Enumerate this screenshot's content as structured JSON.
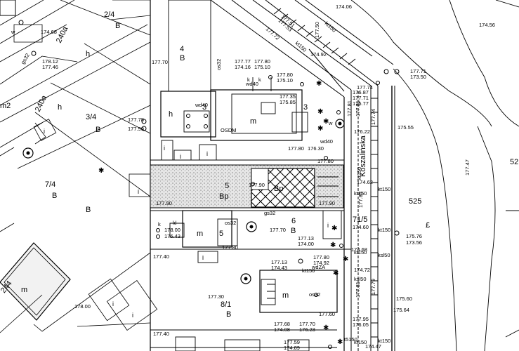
{
  "map": {
    "street_name": "Koszalińska",
    "parcel_labels": [
      {
        "id": "p-2-4",
        "text": "2/4"
      },
      {
        "id": "p-240a-top",
        "text": "240a"
      },
      {
        "id": "p-240a-mid",
        "text": "240a"
      },
      {
        "id": "p-3-4",
        "text": "3/4"
      },
      {
        "id": "p-4",
        "text": "4"
      },
      {
        "id": "p-7-4",
        "text": "7/4"
      },
      {
        "id": "p-5",
        "text": "5"
      },
      {
        "id": "p-6",
        "text": "6"
      },
      {
        "id": "p-71-5",
        "text": "71/5"
      },
      {
        "id": "p-525-left",
        "text": "525"
      },
      {
        "id": "p-525-right",
        "text": "52"
      },
      {
        "id": "p-8-1",
        "text": "8/1"
      },
      {
        "id": "p-244",
        "text": "244"
      },
      {
        "id": "p-m2",
        "text": "m2"
      }
    ],
    "landuse_labels": [
      {
        "id": "lu-b-1",
        "text": "B"
      },
      {
        "id": "lu-b-2",
        "text": "B"
      },
      {
        "id": "lu-b-3",
        "text": "B"
      },
      {
        "id": "lu-b-4",
        "text": "B"
      },
      {
        "id": "lu-b-5",
        "text": "B"
      },
      {
        "id": "lu-b-6",
        "text": "B"
      },
      {
        "id": "lu-b-7",
        "text": "B"
      },
      {
        "id": "lu-bp-1",
        "text": "Bp"
      },
      {
        "id": "lu-bp-2",
        "text": "Bp"
      }
    ],
    "building_codes": [
      {
        "id": "bc-h-1",
        "text": "h"
      },
      {
        "id": "bc-h-2",
        "text": "h"
      },
      {
        "id": "bc-h-3",
        "text": "h"
      },
      {
        "id": "bc-m-1",
        "text": "m"
      },
      {
        "id": "bc-m-2",
        "text": "m"
      },
      {
        "id": "bc-m-3",
        "text": "m"
      },
      {
        "id": "bc-m-4",
        "text": "m"
      },
      {
        "id": "bc-i-1",
        "text": "i"
      },
      {
        "id": "bc-i-2",
        "text": "i"
      },
      {
        "id": "bc-i-3",
        "text": "i"
      },
      {
        "id": "bc-i-4",
        "text": "i"
      },
      {
        "id": "bc-i-5",
        "text": "i"
      },
      {
        "id": "bc-i-6",
        "text": "i"
      },
      {
        "id": "bc-i-7",
        "text": "i"
      },
      {
        "id": "bc-i-8",
        "text": "i"
      },
      {
        "id": "bc-i-9",
        "text": "i"
      },
      {
        "id": "bc-3-1",
        "text": "3"
      },
      {
        "id": "bc-3-2",
        "text": "3"
      },
      {
        "id": "bc-5",
        "text": "5"
      },
      {
        "id": "bc-k-1",
        "text": "k"
      },
      {
        "id": "bc-k-2",
        "text": "k"
      },
      {
        "id": "bc-k-3",
        "text": "k"
      },
      {
        "id": "bc-kl",
        "text": "kl"
      },
      {
        "id": "bc-w-1",
        "text": "w"
      },
      {
        "id": "bc-w-2",
        "text": "w"
      },
      {
        "id": "bc-pound",
        "text": "£"
      }
    ],
    "elevations": [
      "174.06",
      "174.56",
      "174.68",
      "178.12",
      "177.46",
      "177.70",
      "177.77",
      "174.16",
      "177.80",
      "175.10",
      "177.80",
      "175.10",
      "174.92",
      "177.71",
      "173.50",
      "177.74",
      "176.87",
      "177.71",
      "175.77",
      "177.35",
      "175.85",
      "177.81",
      "177.81",
      "177.74",
      "177.78",
      "177.90",
      "176.22",
      "175.55",
      "177.80",
      "176.30",
      "177.80",
      "177.90",
      "174.62",
      "177.85",
      "177.90",
      "177.90",
      "174.60",
      "178.00",
      "176.43",
      "177.70",
      "177.13",
      "174.00",
      "177.80",
      "174.68",
      "177.40",
      "177.80",
      "177.13",
      "174.43",
      "174.92",
      "174.72",
      "175.76",
      "173.56",
      "177.30",
      "178.00",
      "177.81",
      "177.79",
      "175.60",
      "175.64",
      "177.60",
      "177.95",
      "176.05",
      "177.68",
      "174.08",
      "177.70",
      "176.23",
      "177.40",
      "177.59",
      "174.89",
      "174.47",
      "177.53",
      "177.72",
      "177.51",
      "177.50",
      "177.47"
    ],
    "annotations": [
      "wd40",
      "wd40",
      "wd40",
      "OSDM",
      "os32",
      "gs32",
      "os32",
      "os32",
      "gs32",
      "kt150",
      "kt150",
      "kt150",
      "kt150",
      "kt150",
      "kt150",
      "ksl50",
      "kt150",
      "kt150",
      "ksl50",
      "wdZA",
      "kt150",
      "kt150",
      "t5150"
    ]
  }
}
